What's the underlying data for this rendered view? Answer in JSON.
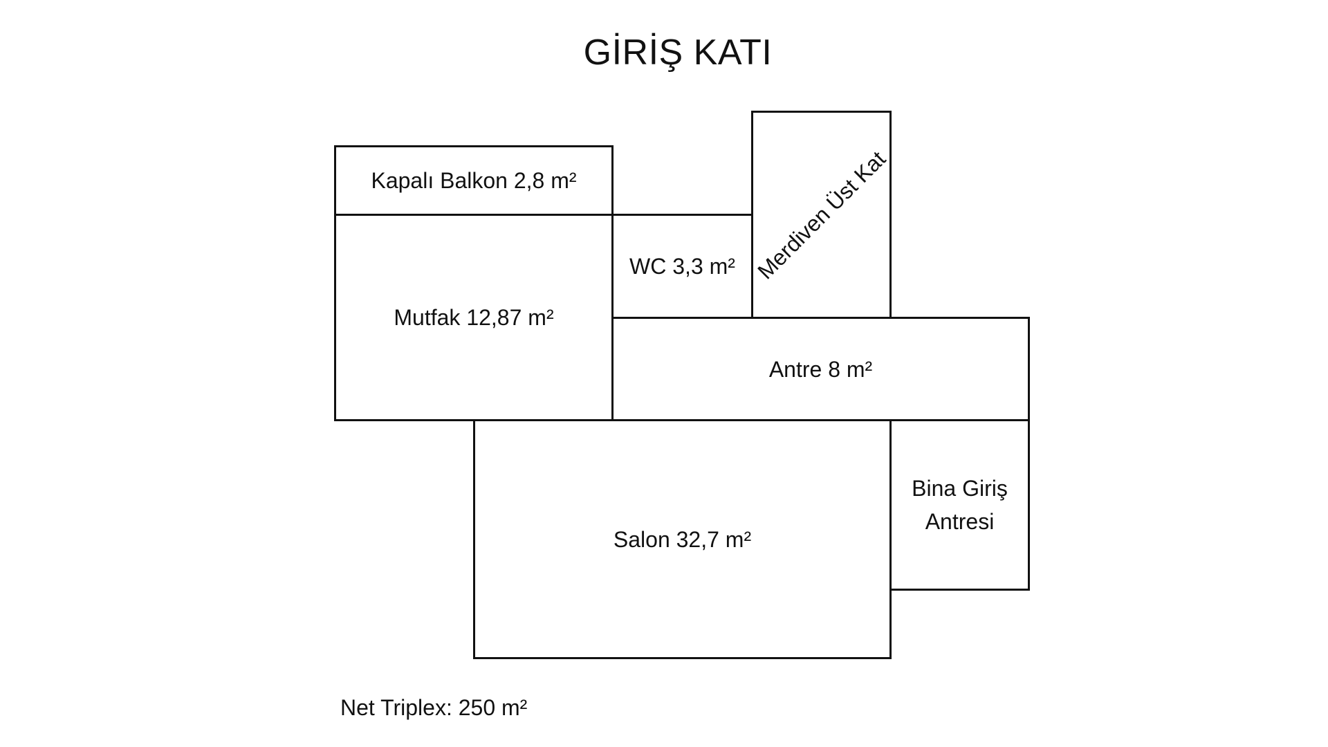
{
  "plan": {
    "title": "GİRİŞ KATI",
    "rooms": {
      "kapali_balkon": "Kapalı Balkon 2,8 m²",
      "mutfak": "Mutfak 12,87 m²",
      "wc": "WC 3,3 m²",
      "merdiven": "Merdiven Üst Kat",
      "antre": "Antre 8 m²",
      "salon": "Salon 32,7 m²",
      "bina_giris": "Bina Giriş Antresi"
    },
    "footer": "Net Triplex: 250 m²"
  }
}
